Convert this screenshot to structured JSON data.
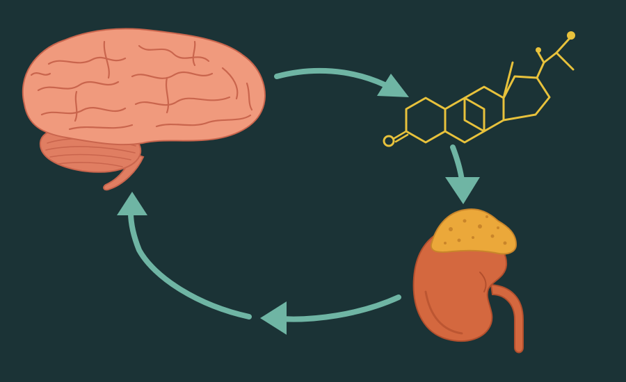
{
  "diagram": {
    "type": "cycle",
    "nodes": [
      {
        "id": "brain",
        "label": "",
        "icon": "brain-icon"
      },
      {
        "id": "steroid",
        "label": "",
        "icon": "steroid-molecule-icon"
      },
      {
        "id": "adrenal-kidney",
        "label": "",
        "icon": "kidney-adrenal-gland-icon"
      }
    ],
    "edges": [
      {
        "from": "brain",
        "to": "steroid"
      },
      {
        "from": "steroid",
        "to": "adrenal-kidney"
      },
      {
        "from": "adrenal-kidney",
        "to": "brain"
      }
    ]
  },
  "colors": {
    "background": "#1b3336",
    "arrow": "#6fb5a4",
    "brain": "#f09a7d",
    "brain_fold": "#c9654d",
    "cerebellum": "#e07e62",
    "molecule": "#e8c23c",
    "kidney": "#d4683f",
    "kidney_shadow": "#b24f2d",
    "adrenal": "#eba83a",
    "adrenal_texture": "#c9852a"
  }
}
